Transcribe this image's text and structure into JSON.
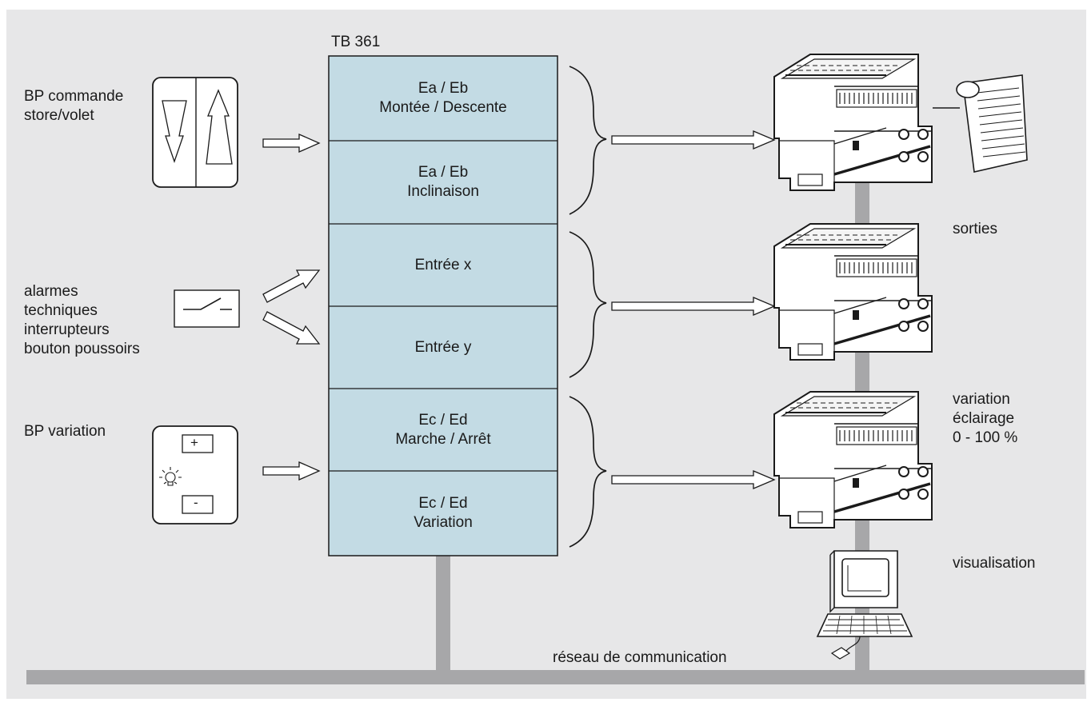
{
  "device": {
    "title": "TB 361",
    "cells": [
      "Ea / Eb\nMontée / Descente",
      "Ea / Eb\nInclinaison",
      "Entrée x",
      "Entrée y",
      "Ec / Ed\nMarche / Arrêt",
      "Ec / Ed\nVariation"
    ],
    "fill_color": "#c3dbe4"
  },
  "inputs": {
    "blind_button": "BP commande\nstore/volet",
    "contacts": "alarmes\ntechniques\ninterrupteurs\nbouton poussoirs",
    "dimmer_button": "BP variation",
    "dimmer_plus": "+",
    "dimmer_minus": "-"
  },
  "outputs": {
    "sorties": "sorties",
    "dimming": "variation\néclairage\n0 - 100 %",
    "visualisation": "visualisation"
  },
  "network": {
    "label": "réseau de communication",
    "bus_color": "#a7a7a9"
  },
  "icons": [
    "blind-updown-button-icon",
    "contact-switch-icon",
    "dimmer-button-icon",
    "lamp-icon",
    "din-rail-actuator-icon",
    "roller-blind-icon",
    "computer-terminal-icon",
    "arrow-icon",
    "curly-brace-icon"
  ]
}
